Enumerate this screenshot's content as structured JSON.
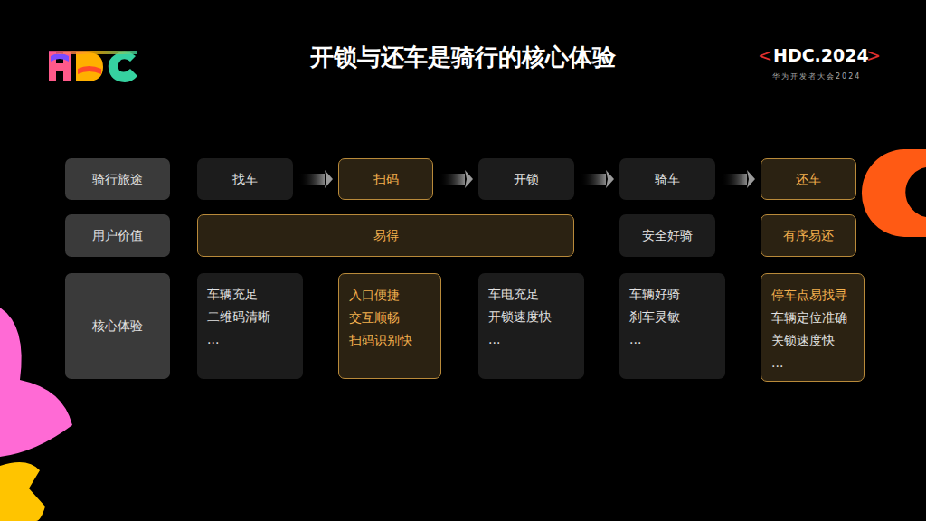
{
  "diagram": {
    "title": "开锁与还车是骑行的核心体验",
    "nodes": [
      {
        "text": [
          "骑行旅途"
        ]
      },
      {
        "text": [
          "找车"
        ]
      },
      {
        "text": [
          "扫码"
        ]
      },
      {
        "text": [
          "开锁"
        ]
      },
      {
        "text": [
          "骑车"
        ]
      },
      {
        "text": [
          "还车"
        ]
      },
      {
        "text": [
          "用户价值"
        ]
      },
      {
        "text": [
          "易得"
        ]
      },
      {
        "text": [
          "安全好骑"
        ]
      },
      {
        "text": [
          "有序易还"
        ]
      },
      {
        "text": [
          "核心体验"
        ]
      },
      {
        "text": [
          "车辆充足",
          "二维码清晰",
          "..."
        ]
      },
      {
        "text": [
          "入口便捷",
          "交互顺畅",
          "扫码识别快"
        ]
      },
      {
        "text": [
          "车电充足",
          "开锁速度快",
          "..."
        ]
      },
      {
        "text": [
          "车辆好骑",
          "刹车灵敏",
          "..."
        ]
      },
      {
        "text": [
          "停车点易找寻",
          "车辆定位准确",
          "关锁速度快",
          "..."
        ]
      }
    ],
    "edges": [
      {
        "from": 1,
        "to": 2,
        "arrow": "to"
      },
      {
        "from": 2,
        "to": 3,
        "arrow": "to"
      },
      {
        "from": 3,
        "to": 4,
        "arrow": "to"
      },
      {
        "from": 4,
        "to": 5,
        "arrow": "to"
      }
    ],
    "labels": [
      "<",
      "HDC.2024",
      ">",
      "华为开发者大会2024"
    ]
  }
}
